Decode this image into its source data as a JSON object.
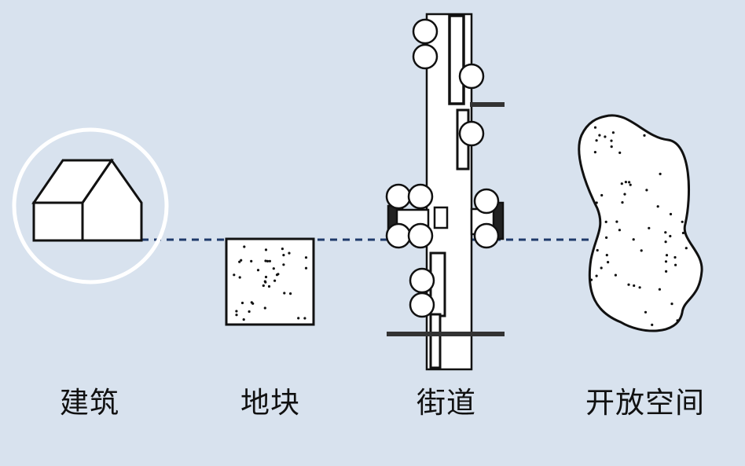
{
  "labels": {
    "building": "建筑",
    "plot": "地块",
    "street": "街道",
    "open_space": "开放空间"
  },
  "icons": [
    "house-icon",
    "plot-square-icon",
    "street-plan-icon",
    "open-space-blob-icon"
  ],
  "colors": {
    "background": "#d8e2ee",
    "connector": "#1f3a6b",
    "highlight_ring": "#ffffff",
    "ink": "#111111"
  }
}
